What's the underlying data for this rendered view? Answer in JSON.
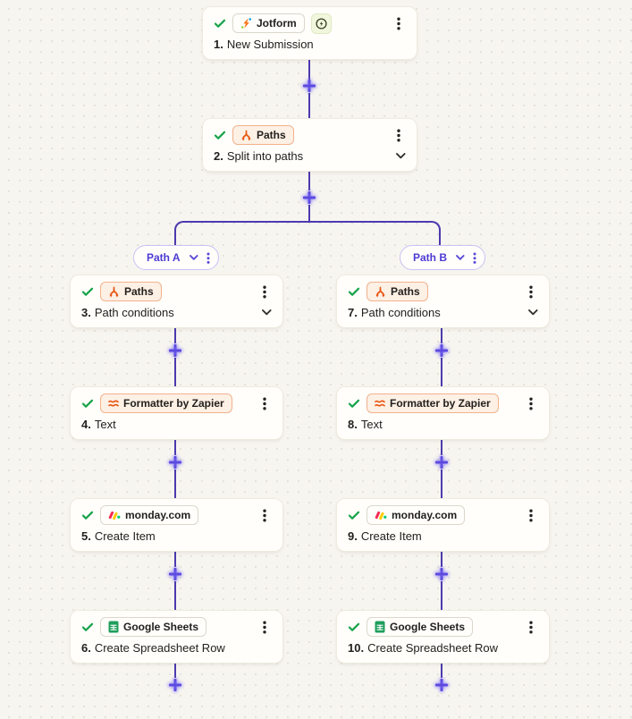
{
  "app": {
    "name": "Zap editor canvas"
  },
  "colors": {
    "canvas_bg": "#f7f5f0",
    "connector_line": "#4b3aae",
    "plus_accent": "#5c4ae0",
    "path_accent": "#4c3ad4",
    "check_green": "#17a34a",
    "zapier_orange": "#e8540e",
    "badge_orange_bg": "#fdf0e5",
    "badge_orange_border": "#f2b28c",
    "google_sheets_green": "#1f9e5c",
    "monday_red": "#f62b54",
    "monday_yellow": "#ffcc00",
    "monday_green": "#00ca72",
    "jotform_orange": "#f97316",
    "card_bg": "#fffefa"
  },
  "icons": {
    "check": "check-icon",
    "kebab": "kebab-menu-icon",
    "chevron": "chevron-down-icon",
    "plus": "plus-connector",
    "jotform": "jotform-logo-icon",
    "instant": "instant-trigger-icon",
    "paths": "split-fork-icon",
    "formatter": "waves-icon",
    "monday": "monday-logo-icon",
    "google_sheets": "spreadsheet-icon"
  },
  "flow": {
    "trigger": {
      "app": "Jotform",
      "num": "1.",
      "title": "New Submission"
    },
    "split": {
      "app": "Paths",
      "num": "2.",
      "title": "Split into paths"
    },
    "path_a": {
      "label": "Path A",
      "steps": [
        {
          "app": "Paths",
          "num": "3.",
          "title": "Path conditions"
        },
        {
          "app": "Formatter by Zapier",
          "num": "4.",
          "title": "Text"
        },
        {
          "app": "monday.com",
          "num": "5.",
          "title": "Create Item"
        },
        {
          "app": "Google Sheets",
          "num": "6.",
          "title": "Create Spreadsheet Row"
        }
      ]
    },
    "path_b": {
      "label": "Path B",
      "steps": [
        {
          "app": "Paths",
          "num": "7.",
          "title": "Path conditions"
        },
        {
          "app": "Formatter by Zapier",
          "num": "8.",
          "title": "Text"
        },
        {
          "app": "monday.com",
          "num": "9.",
          "title": "Create Item"
        },
        {
          "app": "Google Sheets",
          "num": "10.",
          "title": "Create Spreadsheet Row"
        }
      ]
    }
  }
}
